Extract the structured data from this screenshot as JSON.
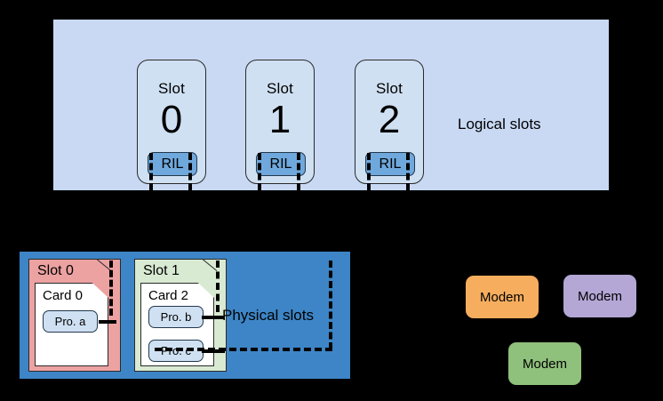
{
  "diagram": {
    "logical": {
      "label": "Logical slots",
      "slots": [
        {
          "word": "Slot",
          "number": "0",
          "ril": "RIL"
        },
        {
          "word": "Slot",
          "number": "1",
          "ril": "RIL"
        },
        {
          "word": "Slot",
          "number": "2",
          "ril": "RIL"
        }
      ],
      "panel_color": "#c9d9f4",
      "slot_color": "#cfe0f2",
      "ril_color": "#6fa8dc"
    },
    "physical": {
      "label": "Physical slots",
      "panel_color": "#3d85c6",
      "slots": [
        {
          "label": "Slot 0",
          "color": "#eda2a2",
          "card": {
            "label": "Card 0",
            "profiles": [
              "Pro. a"
            ]
          }
        },
        {
          "label": "Slot 1",
          "color": "#d9ead3",
          "card": {
            "label": "Card 2",
            "profiles": [
              "Pro. b",
              "Pro. c"
            ]
          }
        }
      ]
    },
    "modems": [
      {
        "label": "Modem",
        "color": "#f6ad5e"
      },
      {
        "label": "Modem",
        "color": "#b4a7d6"
      },
      {
        "label": "Modem",
        "color": "#8fc07c"
      }
    ]
  }
}
